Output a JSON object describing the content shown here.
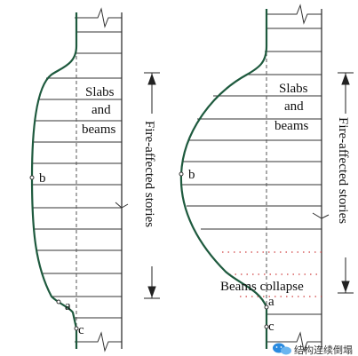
{
  "colors": {
    "deflected_column": "#1e5a3e",
    "floor_lines": "#333333",
    "centerline": "#555555",
    "collapsed_floor": "#d04040",
    "text": "#111111",
    "watermark_icon": "#2a8adf"
  },
  "left_diagram": {
    "label_slabs_line1": "Slabs",
    "label_slabs_line2": "and",
    "label_slabs_line3": "beams",
    "label_fire_affected": "Fire-affected stories",
    "point_a": "a",
    "point_b": "b",
    "point_c": "c"
  },
  "right_diagram": {
    "label_slabs_line1": "Slabs",
    "label_slabs_line2": "and",
    "label_slabs_line3": "beams",
    "label_fire_affected": "Fire-affected stories",
    "label_beams_collapse": "Beams collapse",
    "point_a": "a",
    "point_b": "b",
    "point_c": "c"
  },
  "watermark": {
    "icon": "wechat-icon",
    "text": "结构连续倒塌"
  }
}
